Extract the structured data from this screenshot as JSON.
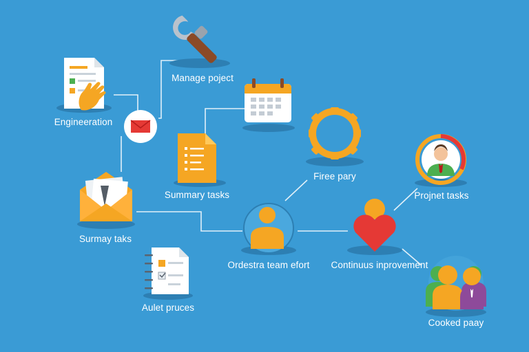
{
  "diagram": {
    "background": "#3a9bd5",
    "nodes": [
      {
        "id": "manage-project",
        "label": "Manage poject",
        "icon": "wrench-icon"
      },
      {
        "id": "engineeration",
        "label": "Engineeration",
        "icon": "document-hand-icon"
      },
      {
        "id": "mail",
        "label": "",
        "icon": "mail-icon"
      },
      {
        "id": "calendar",
        "label": "",
        "icon": "calendar-icon"
      },
      {
        "id": "summary-tasks",
        "label": "Summary tasks",
        "icon": "document-icon"
      },
      {
        "id": "firee-pary",
        "label": "Firee pary",
        "icon": "gear-ring-icon"
      },
      {
        "id": "projnet-tasks",
        "label": "Projnet tasks",
        "icon": "person-avatar-icon"
      },
      {
        "id": "surmay-taks",
        "label": "Surmay taks",
        "icon": "envelope-papers-icon"
      },
      {
        "id": "ordestra-team",
        "label": "Ordestra team efort",
        "icon": "person-icon"
      },
      {
        "id": "continuus",
        "label": "Continuus inprovement",
        "icon": "heart-person-icon"
      },
      {
        "id": "aulet-pruces",
        "label": "Aulet pruces",
        "icon": "checklist-icon"
      },
      {
        "id": "cooked-paay",
        "label": "Cooked paay",
        "icon": "team-icon"
      }
    ],
    "colors": {
      "accent_orange": "#f5a623",
      "red": "#e53935",
      "green": "#4caf50",
      "purple": "#8e4a9a",
      "shadow": "#2d7fb3"
    }
  }
}
